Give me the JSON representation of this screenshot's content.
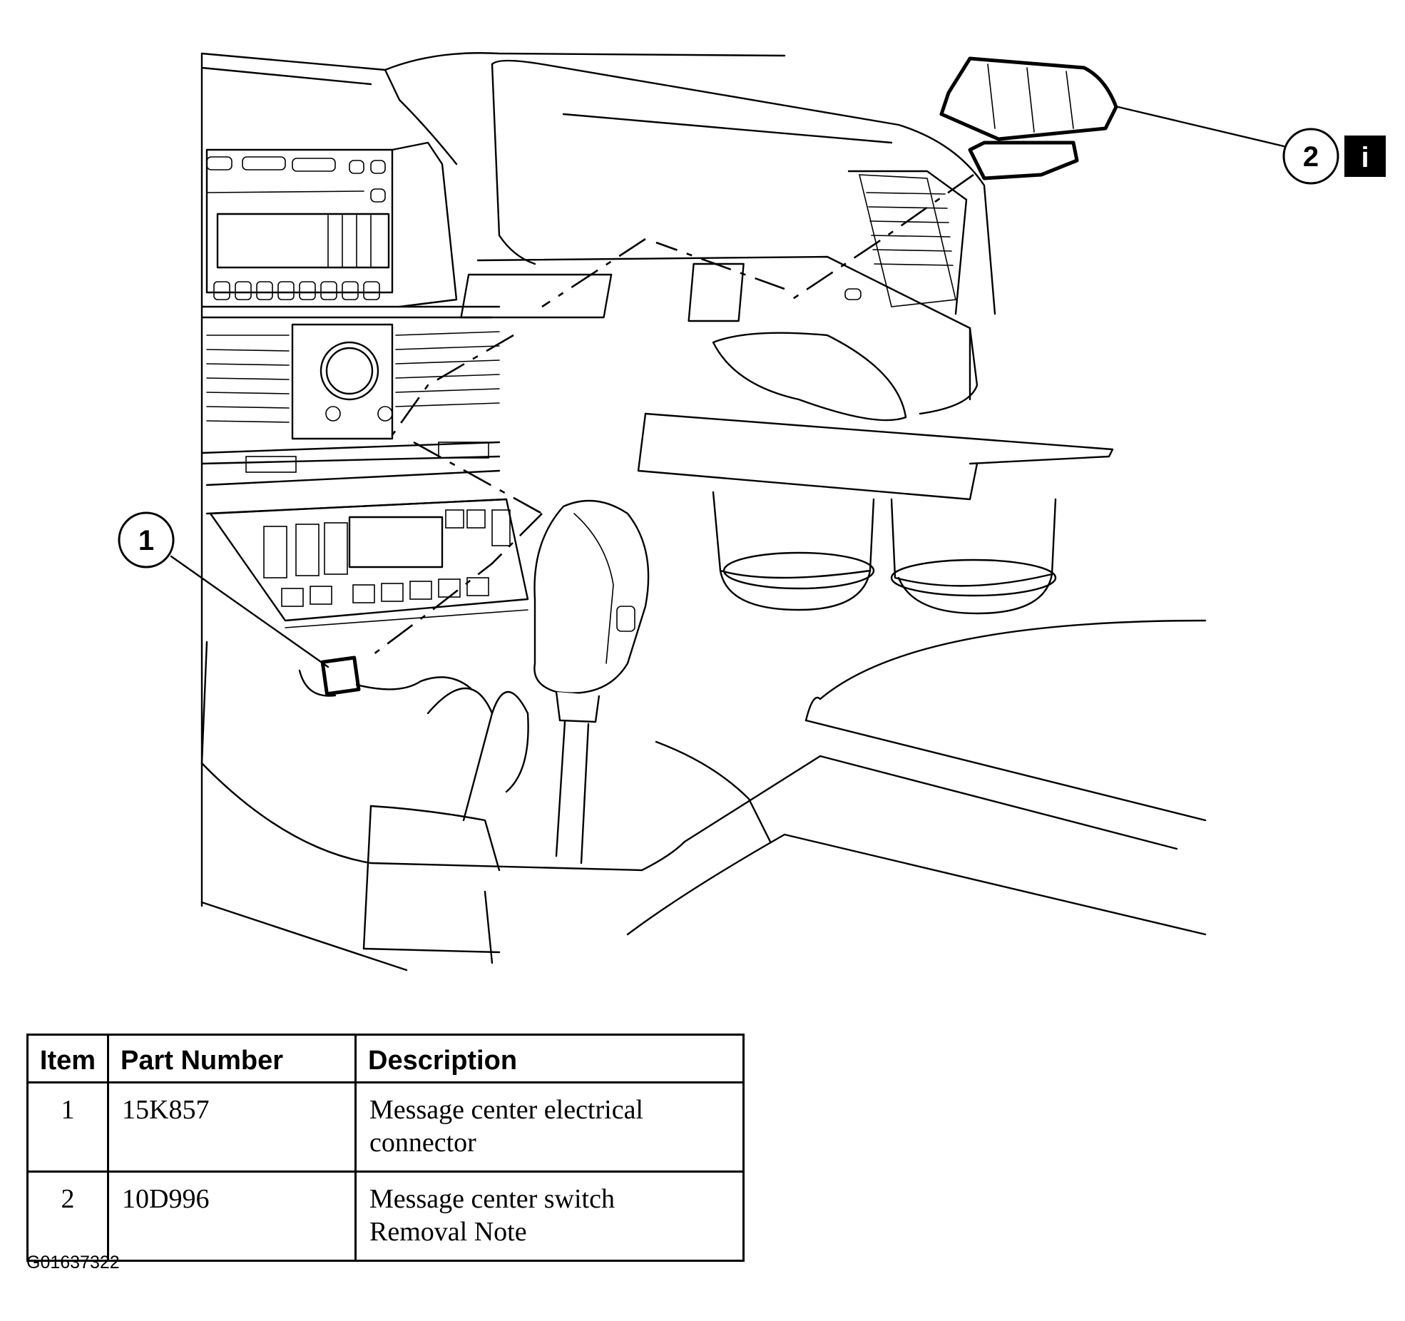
{
  "callouts": [
    {
      "number": "1"
    },
    {
      "number": "2"
    }
  ],
  "info_icon": {
    "name": "info-icon",
    "letter": "i"
  },
  "parts_table": {
    "headers": [
      "Item",
      "Part Number",
      "Description"
    ],
    "rows": [
      {
        "item": "1",
        "part_number": "15K857",
        "description_line1": "Message center electrical",
        "description_line2": "connector"
      },
      {
        "item": "2",
        "part_number": "10D996",
        "description_line1": "Message center switch",
        "description_line2": "Removal Note"
      }
    ]
  },
  "figure_id": "G01637322"
}
